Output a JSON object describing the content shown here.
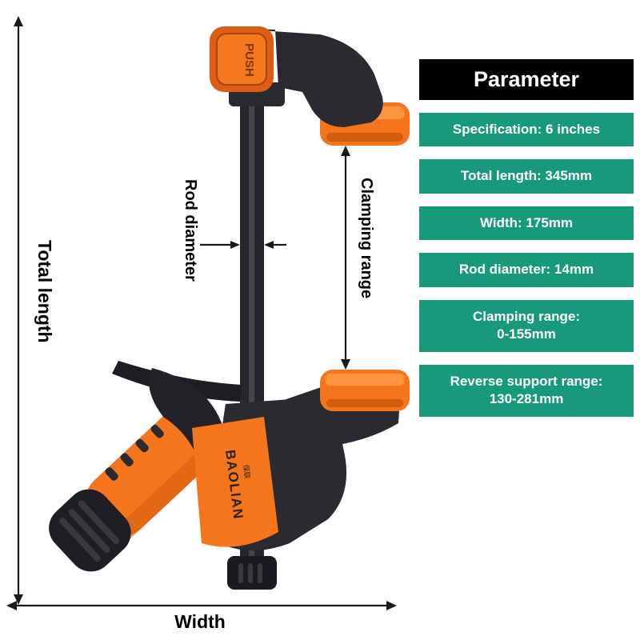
{
  "annotations": {
    "total_length": "Total length",
    "width": "Width",
    "rod_diameter": "Rod diameter",
    "clamping_range": "Clamping range"
  },
  "clamp": {
    "push_label": "PUSH",
    "brand": "BAOLIAN",
    "brand_sub": "保联",
    "colors": {
      "orange": "#f5751c",
      "orange_dark": "#d45c0e",
      "orange_light": "#ff9a45",
      "body_dark": "#2b2a30",
      "black": "#1b1a20"
    }
  },
  "panel": {
    "header": "Parameter",
    "colors": {
      "header_bg": "#000000",
      "row_bg": "#18997c",
      "text": "#ffffff"
    },
    "rows": [
      {
        "line1": "Specification: 6 inches",
        "line2": ""
      },
      {
        "line1": "Total length: 345mm",
        "line2": ""
      },
      {
        "line1": "Width: 175mm",
        "line2": ""
      },
      {
        "line1": "Rod diameter: 14mm",
        "line2": ""
      },
      {
        "line1": "Clamping range:",
        "line2": "0-155mm"
      },
      {
        "line1": "Reverse support range:",
        "line2": "130-281mm"
      }
    ]
  }
}
